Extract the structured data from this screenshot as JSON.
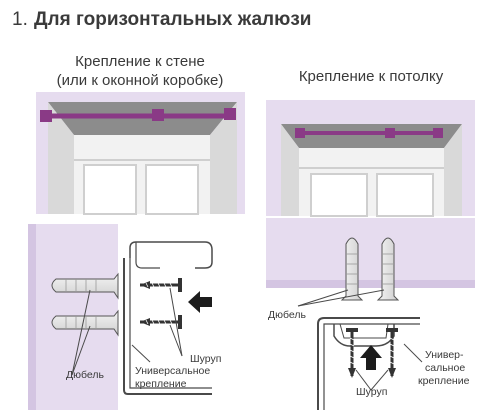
{
  "title": {
    "number": "1.",
    "text": "Для горизонтальных жалюзи"
  },
  "wall_mount": {
    "heading_line1": "Крепление к стене",
    "heading_line2": "(или к оконной коробке)"
  },
  "ceiling_mount": {
    "heading": "Крепление к потолку"
  },
  "wall_detail": {
    "dowel_label": "Дюбель",
    "screw_label": "Шуруп",
    "bracket_label_line1": "Универсальное",
    "bracket_label_line2": "крепление"
  },
  "ceiling_detail": {
    "dowel_label": "Дюбель",
    "screw_label": "Шуруп",
    "bracket_label_line1": "Универ-",
    "bracket_label_line2": "сальное",
    "bracket_label_line3": "крепление"
  },
  "colors": {
    "lilac_wall": "#e6dcef",
    "lilac_dark": "#d4c5e2",
    "rail_purple": "#8a3a86",
    "frame_grey": "#b5b5b5",
    "frame_dark": "#8f8f8f",
    "line": "#4a4a4a"
  }
}
